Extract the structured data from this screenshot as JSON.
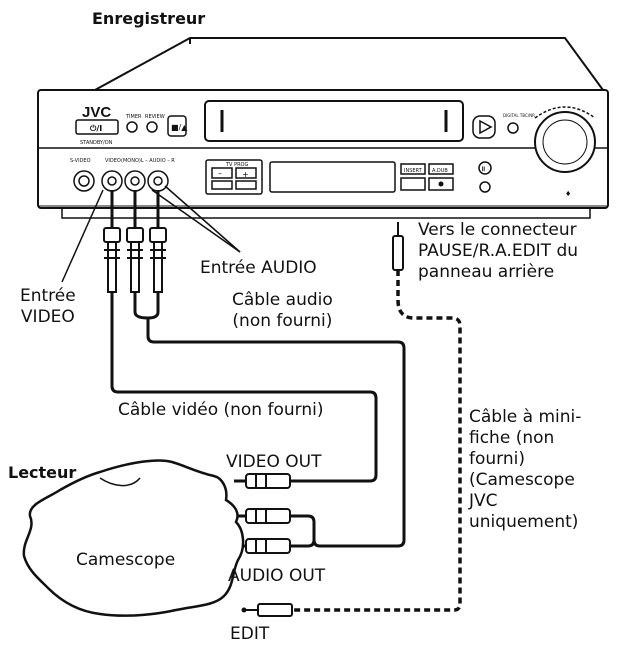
{
  "recorder": {
    "heading": "Enregistreur",
    "brand": "JVC",
    "panel": {
      "standby": "STANDBY/ON",
      "timer": "TIMER",
      "review": "REVIEW",
      "svideo": "S-VIDEO",
      "video": "VIDEO",
      "audio": "(MONO)L – AUDIO – R",
      "tvprog": "TV PROG",
      "insert": "INSERT",
      "adub": "A.DUB",
      "digital": "DIGITAL TBC/NR"
    }
  },
  "player": {
    "heading": "Lecteur",
    "device": "Camescope"
  },
  "labels": {
    "video_input": [
      "Entrée",
      "VIDEO"
    ],
    "audio_input": "Entrée AUDIO",
    "audio_cable": [
      "Câble audio",
      "(non fourni)"
    ],
    "video_cable": "Câble vidéo (non fourni)",
    "connector_note": [
      "Vers le connecteur",
      "PAUSE/R.A.EDIT du",
      "panneau arrière"
    ],
    "minijack_cable": [
      "Câble à mini-",
      "fiche (non",
      "fourni)",
      "(Camescope",
      "JVC",
      "uniquement)"
    ],
    "video_out": "VIDEO OUT",
    "audio_out": "AUDIO OUT",
    "edit": "EDIT"
  }
}
